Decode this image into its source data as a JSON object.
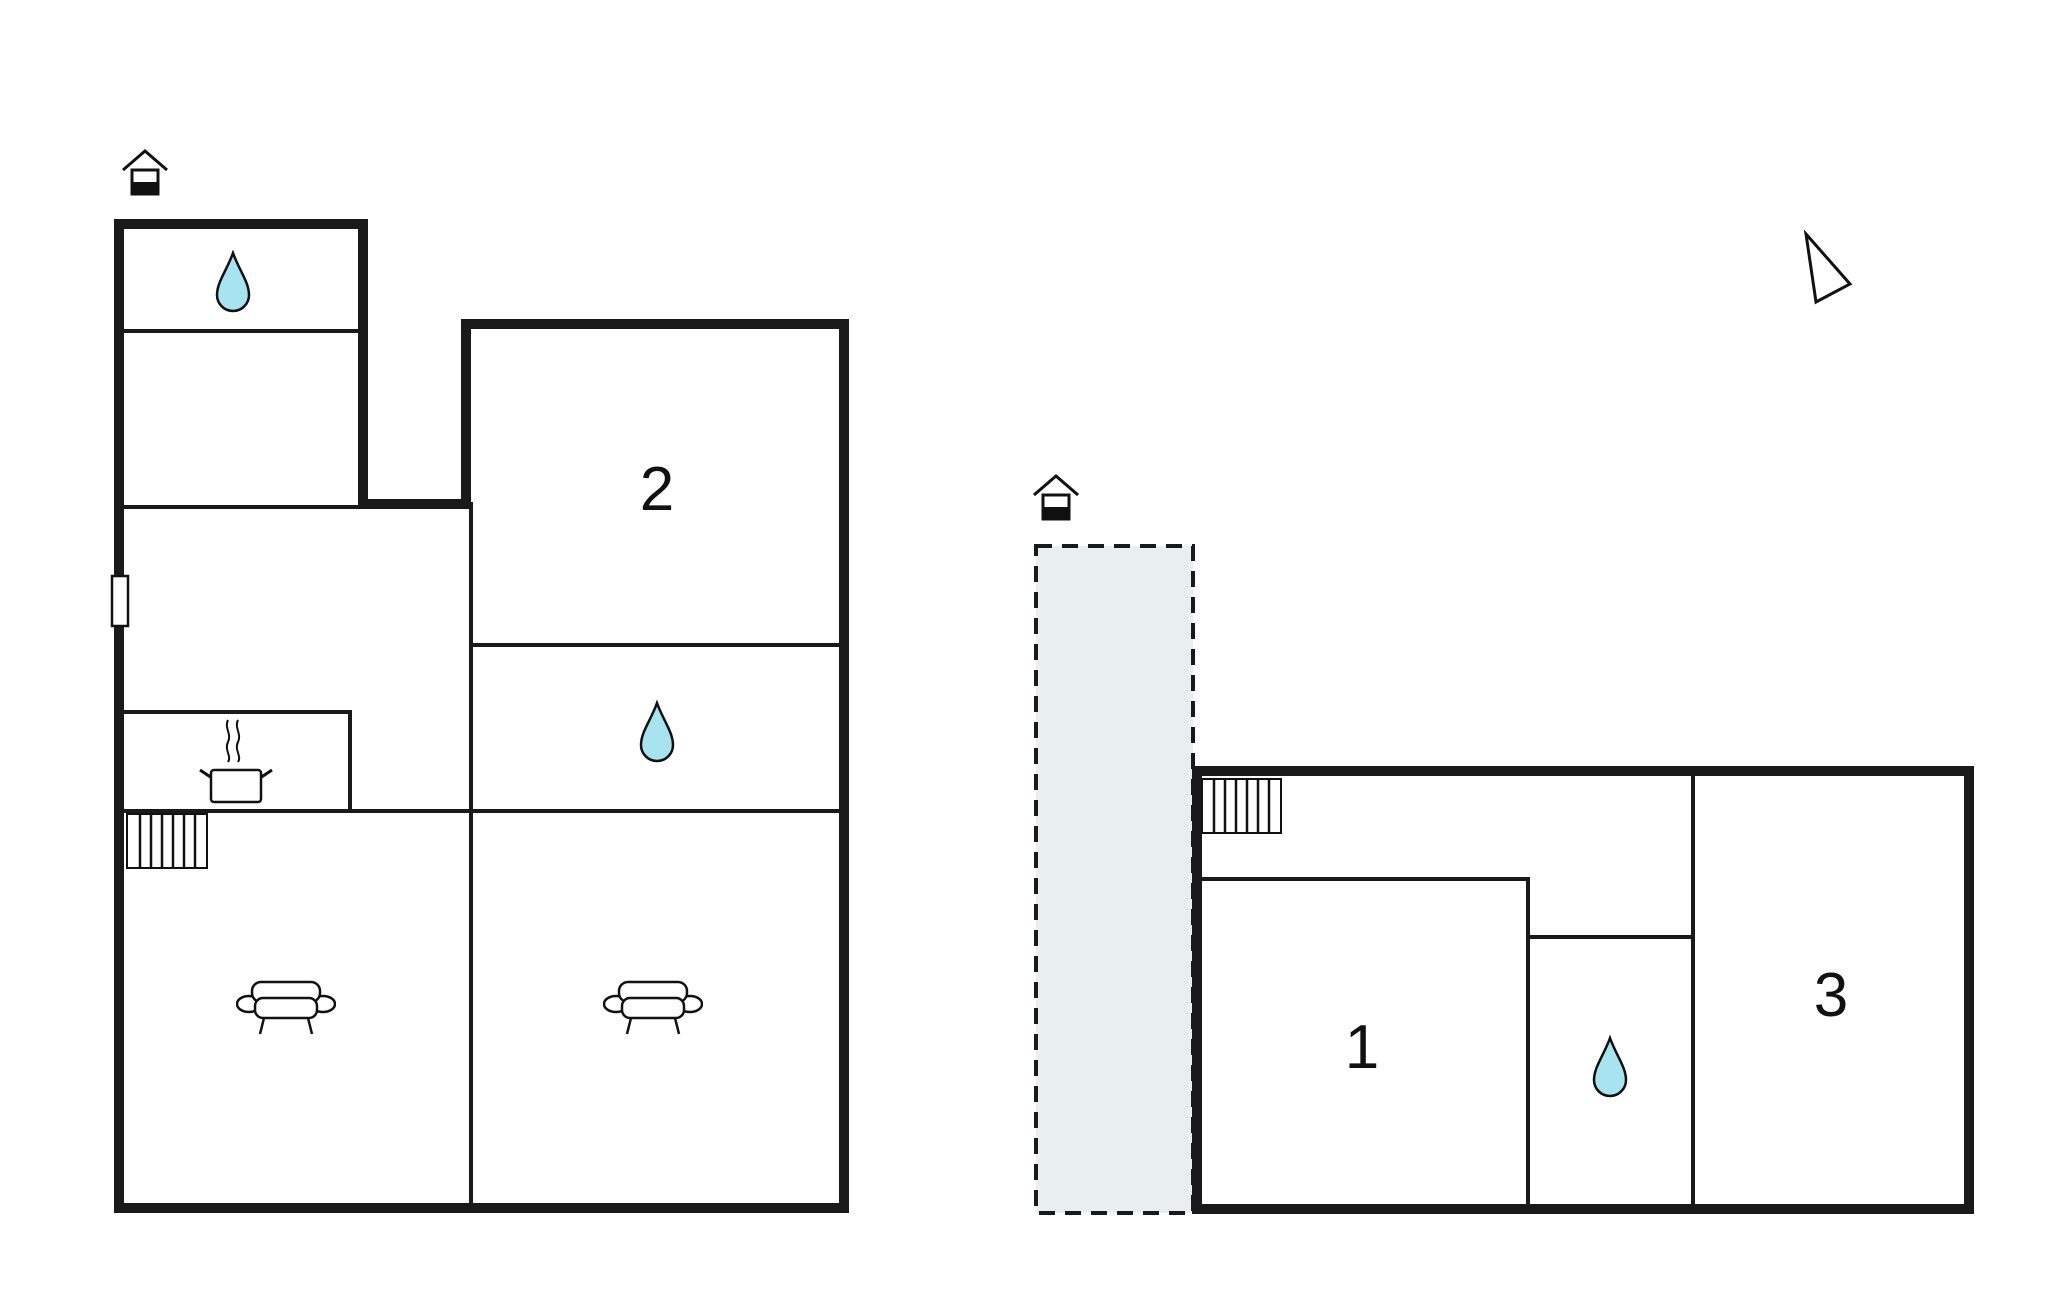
{
  "floor_plan": {
    "colors": {
      "wall": "#1a1a1a",
      "water_drop": "#a8e4f0",
      "terrace_fill": "#e8efee",
      "background": "#ffffff"
    },
    "rooms": [
      {
        "id": "bedroom-2",
        "label": "2"
      },
      {
        "id": "bedroom-1",
        "label": "1"
      },
      {
        "id": "bedroom-3",
        "label": "3"
      }
    ],
    "icons": [
      "entrance-icon",
      "water-drop-icon",
      "cooking-pot-icon",
      "sofa-icon",
      "stairs-icon",
      "north-arrow-icon"
    ]
  }
}
